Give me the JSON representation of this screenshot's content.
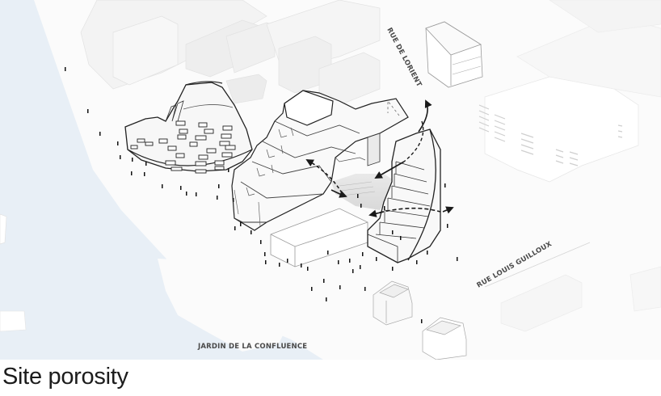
{
  "figure": {
    "caption": "Site porosity",
    "labels": {
      "street_north": "RUE DE LORIENT",
      "street_south": "RUE LOUIS GUILLOUX",
      "park": "JARDIN DE LA CONFLUENCE"
    },
    "colors": {
      "water": "#e8eff6",
      "ground": "#fbfbfb",
      "context_buildings": "#f1f1f1",
      "building_outline": "#222222",
      "arrows": "#1a1a1a",
      "caption_text": "#1c1c1c"
    },
    "elements": [
      {
        "name": "river",
        "type": "water"
      },
      {
        "name": "dome-building",
        "type": "proposed-building",
        "feature": "perforated curved facade"
      },
      {
        "name": "stepped-block",
        "type": "proposed-building",
        "feature": "terraced stepped massing"
      },
      {
        "name": "curved-stair-building",
        "type": "proposed-building",
        "feature": "curved stepped wing"
      },
      {
        "name": "low-plinth",
        "type": "proposed-building"
      },
      {
        "name": "porosity-arrows",
        "type": "circulation-arrows",
        "count": 4
      },
      {
        "name": "pedestrians",
        "type": "people-figures"
      },
      {
        "name": "context-buildings",
        "type": "existing-buildings"
      }
    ]
  }
}
